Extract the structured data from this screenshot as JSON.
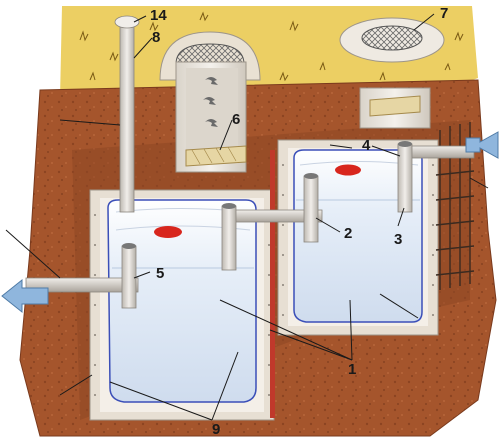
{
  "diagram": {
    "callouts": [
      {
        "id": "c1",
        "text": "1"
      },
      {
        "id": "c2",
        "text": "2"
      },
      {
        "id": "c3",
        "text": "3"
      },
      {
        "id": "c4",
        "text": "4"
      },
      {
        "id": "c5",
        "text": "5"
      },
      {
        "id": "c6",
        "text": "6"
      },
      {
        "id": "c7",
        "text": "7"
      },
      {
        "id": "c8",
        "text": "8"
      },
      {
        "id": "c9",
        "text": "9"
      },
      {
        "id": "c14",
        "text": "14"
      }
    ],
    "colors": {
      "soil": "#a5552c",
      "soil_dark": "#7a3a1d",
      "grass": "#e8c95a",
      "tank_water": "#dfe8f4",
      "wall": "#e9e2d8",
      "pipe": "#d9d5cf",
      "cap_red": "#d8261d",
      "arrow_blue": "#8fb6dd"
    }
  }
}
